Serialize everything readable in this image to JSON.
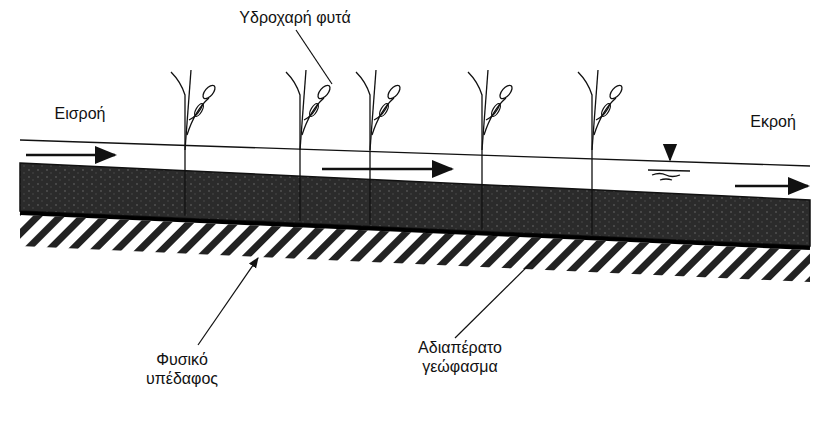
{
  "diagram": {
    "labels": [
      "Υδροχαρή φυτά",
      "Εισροή",
      "Εκροή",
      "Φυσικό υπέδαφος",
      "Αδιαπέρατο γεώφασμα"
    ]
  }
}
